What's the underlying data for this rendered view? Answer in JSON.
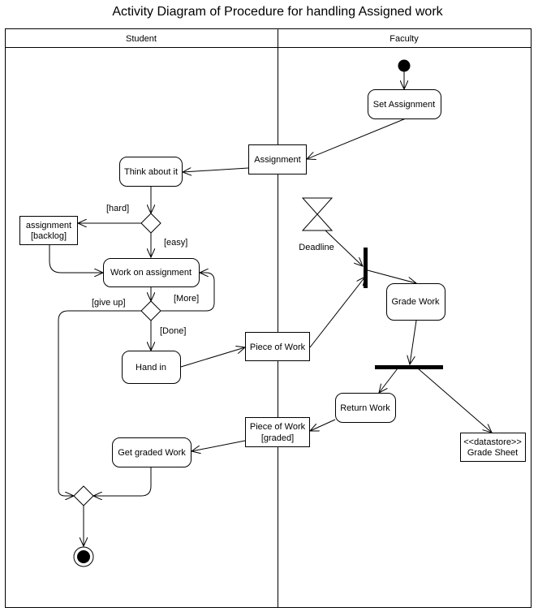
{
  "title": "Activity Diagram of Procedure for handling Assigned work",
  "lanes": {
    "student": "Student",
    "faculty": "Faculty"
  },
  "activities": {
    "set_assignment": "Set Assignment",
    "think": "Think about it",
    "work": "Work on assignment",
    "hand_in": "Hand in",
    "get_graded": "Get graded Work",
    "grade_work": "Grade Work",
    "return_work": "Return Work"
  },
  "objects": {
    "assignment": "Assignment",
    "backlog_line1": "assignment",
    "backlog_line2": "[backlog]",
    "piece": "Piece of Work",
    "graded_line1": "Piece of Work",
    "graded_line2": "[graded]",
    "datastore_line1": "<<datastore>>",
    "datastore_line2": "Grade Sheet"
  },
  "guards": {
    "hard": "[hard]",
    "easy": "[easy]",
    "give_up": "[give up]",
    "more": "[More]",
    "done": "[Done]"
  },
  "event": {
    "deadline": "Deadline"
  }
}
